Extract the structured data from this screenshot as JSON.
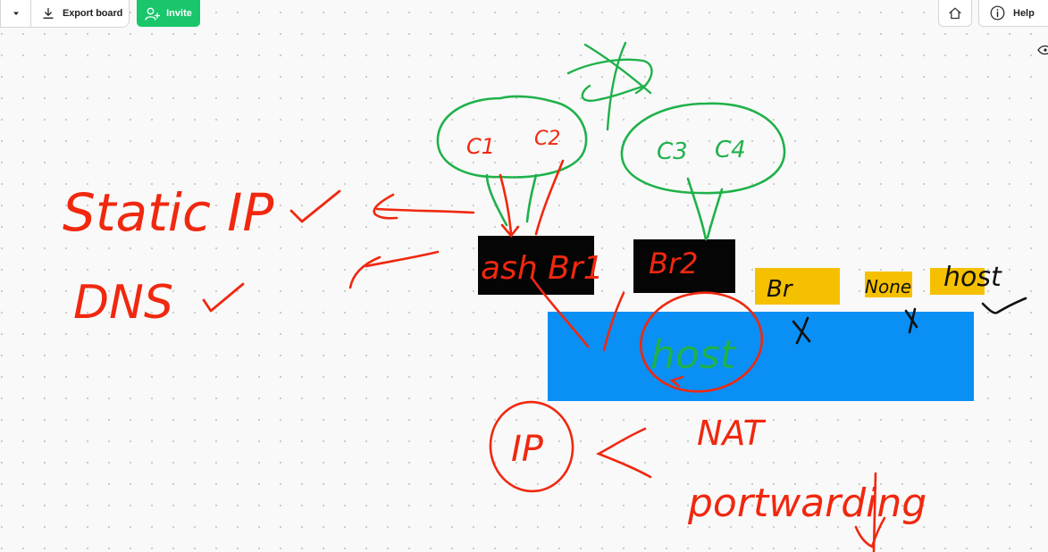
{
  "toolbar": {
    "export_label": "Export board",
    "invite_label": "Invite",
    "help_label": "Help"
  },
  "icons": {
    "dropdown": "chevron-down-icon",
    "export": "download-icon",
    "invite": "add-user-icon",
    "home": "home-icon",
    "help": "info-icon",
    "eye": "eye-icon"
  },
  "board": {
    "notes": {
      "static_ip": "Static IP",
      "dns": "DNS",
      "c1": "C1",
      "c2": "C2",
      "c3": "C3",
      "c4": "C4",
      "box_br1": "ash Br1",
      "box_br2": "Br2",
      "tag_br": "Br",
      "tag_none": "None",
      "tag_host": "host",
      "host_label": "host",
      "ip_circle": "IP",
      "nat": "NAT",
      "port_forwarding": "portwarding"
    }
  },
  "colors": {
    "invite_green": "#1ac66b",
    "ink_red": "#f0280f",
    "ink_green": "#1fb14a",
    "ink_black": "#111111",
    "box_black": "#050505",
    "tag_yellow": "#f5c000",
    "host_blue": "#0a8ff5",
    "canvas_bg": "#f9f9f9"
  }
}
